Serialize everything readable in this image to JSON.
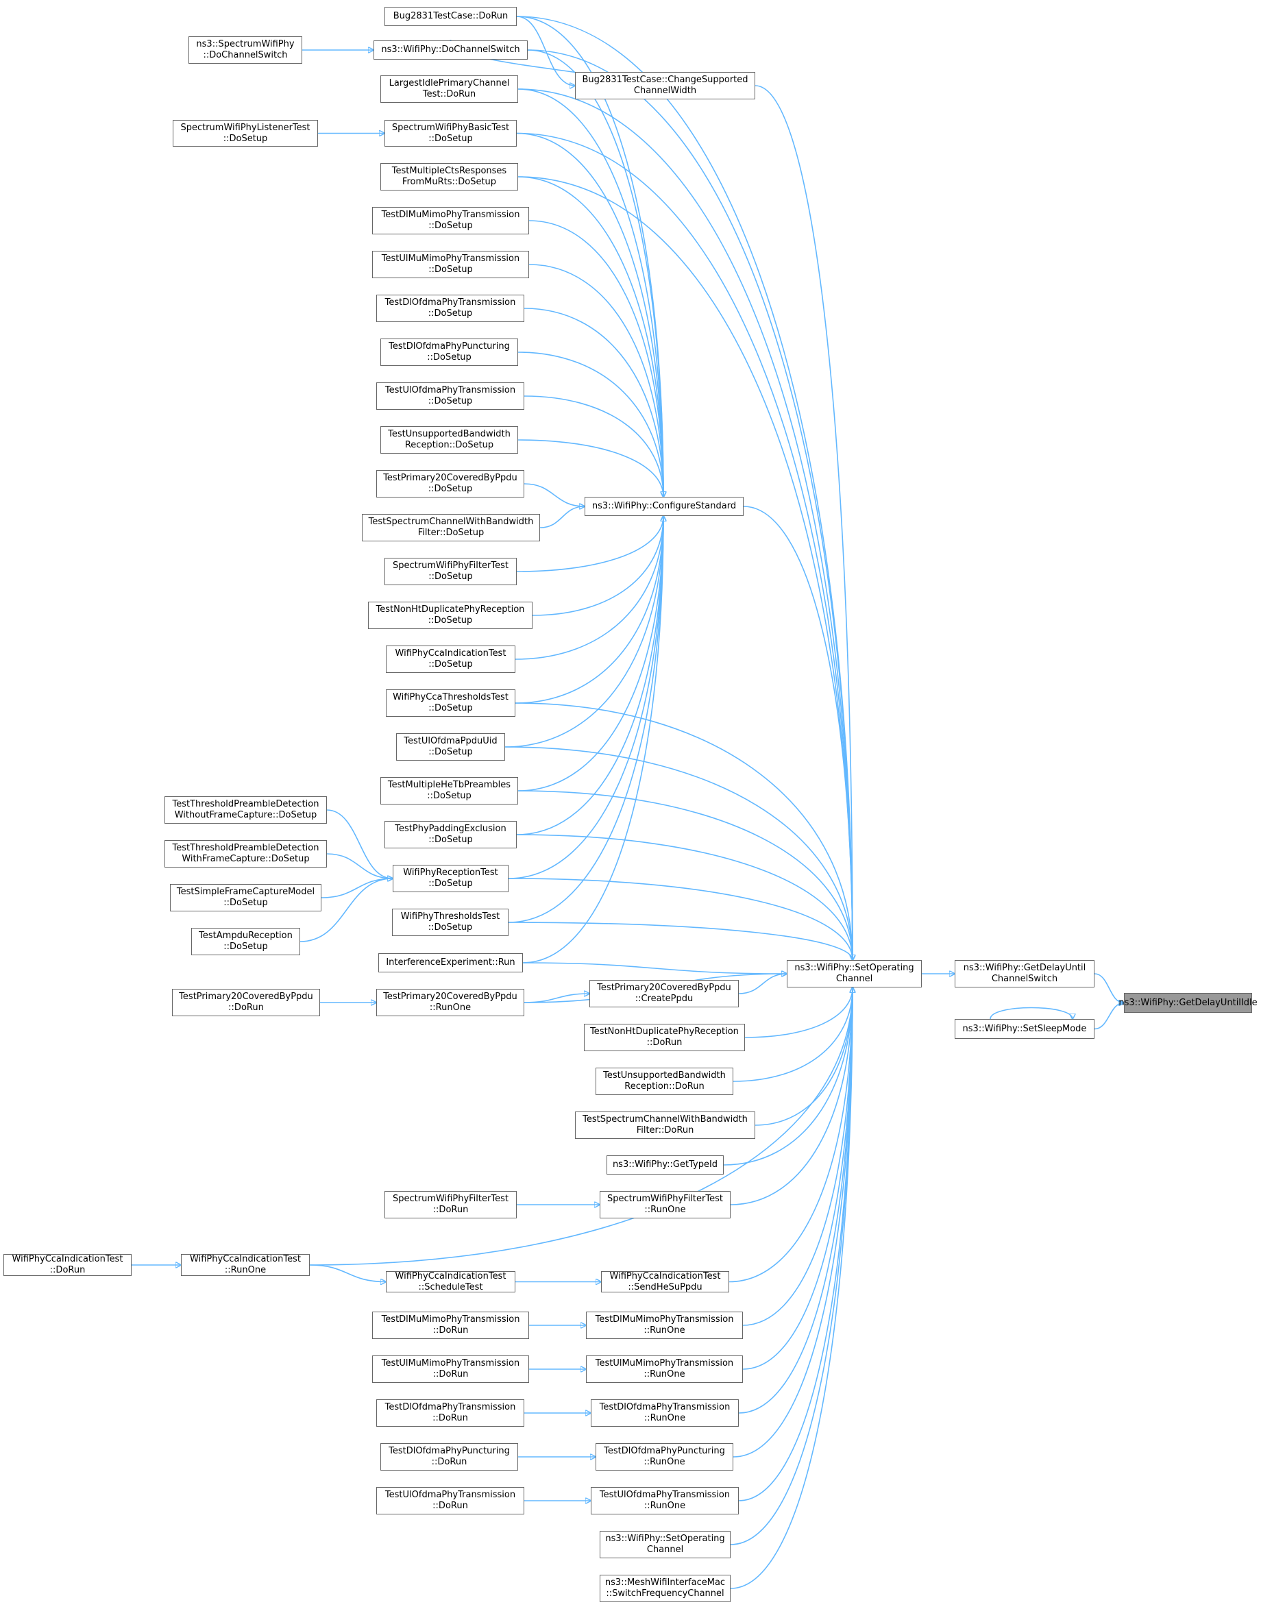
{
  "colors": {
    "edge": "#63b8ff",
    "border": "#666666",
    "node_fill": "#ffffff",
    "current_fill": "#999999",
    "text": "#000000"
  },
  "current": "getdelayuntilidle",
  "nodes": [
    {
      "id": "getdelayuntilidle",
      "lines": [
        "ns3::WifiPhy::GetDelayUntilIdle"
      ]
    },
    {
      "id": "getdelayuntilchannelswitch",
      "lines": [
        "ns3::WifiPhy::GetDelayUntil",
        "ChannelSwitch"
      ]
    },
    {
      "id": "setsleepmode",
      "lines": [
        "ns3::WifiPhy::SetSleepMode"
      ]
    },
    {
      "id": "setoperatingchannel",
      "lines": [
        "ns3::WifiPhy::SetOperating",
        "Channel"
      ]
    },
    {
      "id": "configurestandard",
      "lines": [
        "ns3::WifiPhy::ConfigureStandard"
      ]
    },
    {
      "id": "bug2831-changesupported",
      "lines": [
        "Bug2831TestCase::ChangeSupported",
        "ChannelWidth"
      ]
    },
    {
      "id": "bug2831-dorun",
      "lines": [
        "Bug2831TestCase::DoRun"
      ]
    },
    {
      "id": "wifiphy-dochannelswitch",
      "lines": [
        "ns3::WifiPhy::DoChannelSwitch"
      ]
    },
    {
      "id": "spectrumwifiphy-dochannelswitch",
      "lines": [
        "ns3::SpectrumWifiPhy",
        "::DoChannelSwitch"
      ]
    },
    {
      "id": "largestidle-dorun",
      "lines": [
        "LargestIdlePrimaryChannel",
        "Test::DoRun"
      ]
    },
    {
      "id": "spectrumbasic-dosetup",
      "lines": [
        "SpectrumWifiPhyBasicTest",
        "::DoSetup"
      ]
    },
    {
      "id": "spectrumlistener-dosetup",
      "lines": [
        "SpectrumWifiPhyListenerTest",
        "::DoSetup"
      ]
    },
    {
      "id": "multiplects-dosetup",
      "lines": [
        "TestMultipleCtsResponses",
        "FromMuRts::DoSetup"
      ]
    },
    {
      "id": "dlmumimo-dosetup",
      "lines": [
        "TestDlMuMimoPhyTransmission",
        "::DoSetup"
      ]
    },
    {
      "id": "ulmumimo-dosetup",
      "lines": [
        "TestUlMuMimoPhyTransmission",
        "::DoSetup"
      ]
    },
    {
      "id": "dlofdma-dosetup",
      "lines": [
        "TestDlOfdmaPhyTransmission",
        "::DoSetup"
      ]
    },
    {
      "id": "dlpuncturing-dosetup",
      "lines": [
        "TestDlOfdmaPhyPuncturing",
        "::DoSetup"
      ]
    },
    {
      "id": "ulofdma-dosetup",
      "lines": [
        "TestUlOfdmaPhyTransmission",
        "::DoSetup"
      ]
    },
    {
      "id": "unsupportedbw-dosetup",
      "lines": [
        "TestUnsupportedBandwidth",
        "Reception::DoSetup"
      ]
    },
    {
      "id": "primary20-dosetup",
      "lines": [
        "TestPrimary20CoveredByPpdu",
        "::DoSetup"
      ]
    },
    {
      "id": "spectrumchannelbw-dosetup",
      "lines": [
        "TestSpectrumChannelWithBandwidth",
        "Filter::DoSetup"
      ]
    },
    {
      "id": "filtertest-dosetup",
      "lines": [
        "SpectrumWifiPhyFilterTest",
        "::DoSetup"
      ]
    },
    {
      "id": "nonhtdup-dosetup",
      "lines": [
        "TestNonHtDuplicatePhyReception",
        "::DoSetup"
      ]
    },
    {
      "id": "ccaindication-dosetup",
      "lines": [
        "WifiPhyCcaIndicationTest",
        "::DoSetup"
      ]
    },
    {
      "id": "ccathresholds-dosetup",
      "lines": [
        "WifiPhyCcaThresholdsTest",
        "::DoSetup"
      ]
    },
    {
      "id": "ulofdmappduuid-dosetup",
      "lines": [
        "TestUlOfdmaPpduUid",
        "::DoSetup"
      ]
    },
    {
      "id": "multiplehetb-dosetup",
      "lines": [
        "TestMultipleHeTbPreambles",
        "::DoSetup"
      ]
    },
    {
      "id": "phypadding-dosetup",
      "lines": [
        "TestPhyPaddingExclusion",
        "::DoSetup"
      ]
    },
    {
      "id": "reception-dosetup",
      "lines": [
        "WifiPhyReceptionTest",
        "::DoSetup"
      ]
    },
    {
      "id": "thresholdwithout-dosetup",
      "lines": [
        "TestThresholdPreambleDetection",
        "WithoutFrameCapture::DoSetup"
      ]
    },
    {
      "id": "thresholdwith-dosetup",
      "lines": [
        "TestThresholdPreambleDetection",
        "WithFrameCapture::DoSetup"
      ]
    },
    {
      "id": "simpleframecapture-dosetup",
      "lines": [
        "TestSimpleFrameCaptureModel",
        "::DoSetup"
      ]
    },
    {
      "id": "ampdureception-dosetup",
      "lines": [
        "TestAmpduReception",
        "::DoSetup"
      ]
    },
    {
      "id": "phythresholds-dosetup",
      "lines": [
        "WifiPhyThresholdsTest",
        "::DoSetup"
      ]
    },
    {
      "id": "interference-run",
      "lines": [
        "InterferenceExperiment::Run"
      ]
    },
    {
      "id": "primary20-runone",
      "lines": [
        "TestPrimary20CoveredByPpdu",
        "::RunOne"
      ]
    },
    {
      "id": "primary20-dorun",
      "lines": [
        "TestPrimary20CoveredByPpdu",
        "::DoRun"
      ]
    },
    {
      "id": "primary20-createppdu",
      "lines": [
        "TestPrimary20CoveredByPpdu",
        "::CreatePpdu"
      ]
    },
    {
      "id": "nonhtdup-dorun",
      "lines": [
        "TestNonHtDuplicatePhyReception",
        "::DoRun"
      ]
    },
    {
      "id": "unsupportedbw-dorun",
      "lines": [
        "TestUnsupportedBandwidth",
        "Reception::DoRun"
      ]
    },
    {
      "id": "spectrumchannelbw-dorun",
      "lines": [
        "TestSpectrumChannelWithBandwidth",
        "Filter::DoRun"
      ]
    },
    {
      "id": "gettypeid",
      "lines": [
        "ns3::WifiPhy::GetTypeId"
      ]
    },
    {
      "id": "filtertest-runone",
      "lines": [
        "SpectrumWifiPhyFilterTest",
        "::RunOne"
      ]
    },
    {
      "id": "filtertest-dorun",
      "lines": [
        "SpectrumWifiPhyFilterTest",
        "::DoRun"
      ]
    },
    {
      "id": "ccaindication-runone",
      "lines": [
        "WifiPhyCcaIndicationTest",
        "::RunOne"
      ]
    },
    {
      "id": "ccaindication-dorun",
      "lines": [
        "WifiPhyCcaIndicationTest",
        "::DoRun"
      ]
    },
    {
      "id": "ccaindication-scheduletest",
      "lines": [
        "WifiPhyCcaIndicationTest",
        "::ScheduleTest"
      ]
    },
    {
      "id": "ccaindication-sendhesuppdu",
      "lines": [
        "WifiPhyCcaIndicationTest",
        "::SendHeSuPpdu"
      ]
    },
    {
      "id": "dlmumimo-runone",
      "lines": [
        "TestDlMuMimoPhyTransmission",
        "::RunOne"
      ]
    },
    {
      "id": "dlmumimo-dorun",
      "lines": [
        "TestDlMuMimoPhyTransmission",
        "::DoRun"
      ]
    },
    {
      "id": "ulmumimo-runone",
      "lines": [
        "TestUlMuMimoPhyTransmission",
        "::RunOne"
      ]
    },
    {
      "id": "ulmumimo-dorun",
      "lines": [
        "TestUlMuMimoPhyTransmission",
        "::DoRun"
      ]
    },
    {
      "id": "dlofdma-runone",
      "lines": [
        "TestDlOfdmaPhyTransmission",
        "::RunOne"
      ]
    },
    {
      "id": "dlofdma-dorun",
      "lines": [
        "TestDlOfdmaPhyTransmission",
        "::DoRun"
      ]
    },
    {
      "id": "dlpuncturing-runone",
      "lines": [
        "TestDlOfdmaPhyPuncturing",
        "::RunOne"
      ]
    },
    {
      "id": "dlpuncturing-dorun",
      "lines": [
        "TestDlOfdmaPhyPuncturing",
        "::DoRun"
      ]
    },
    {
      "id": "ulofdma-runone",
      "lines": [
        "TestUlOfdmaPhyTransmission",
        "::RunOne"
      ]
    },
    {
      "id": "ulofdma-dorun",
      "lines": [
        "TestUlOfdmaPhyTransmission",
        "::DoRun"
      ]
    },
    {
      "id": "setoperatingchannel-overload",
      "lines": [
        "ns3::WifiPhy::SetOperating",
        "Channel"
      ]
    },
    {
      "id": "meshwifi-switchfrequency",
      "lines": [
        "ns3::MeshWifiInterfaceMac",
        "::SwitchFrequencyChannel"
      ]
    }
  ],
  "edges": [
    [
      "getdelayuntilchannelswitch",
      "getdelayuntilidle"
    ],
    [
      "setsleepmode",
      "getdelayuntilidle"
    ],
    [
      "setsleepmode",
      "setsleepmode"
    ],
    [
      "setoperatingchannel",
      "getdelayuntilchannelswitch"
    ],
    [
      "configurestandard",
      "setoperatingchannel"
    ],
    [
      "bug2831-changesupported",
      "setoperatingchannel"
    ],
    [
      "bug2831-dorun",
      "bug2831-changesupported"
    ],
    [
      "bug2831-dorun",
      "configurestandard"
    ],
    [
      "bug2831-dorun",
      "setoperatingchannel"
    ],
    [
      "wifiphy-dochannelswitch",
      "configurestandard"
    ],
    [
      "wifiphy-dochannelswitch",
      "setoperatingchannel"
    ],
    [
      "spectrumwifiphy-dochannelswitch",
      "wifiphy-dochannelswitch"
    ],
    [
      "bug2831-changesupported",
      "wifiphy-dochannelswitch"
    ],
    [
      "largestidle-dorun",
      "configurestandard"
    ],
    [
      "largestidle-dorun",
      "setoperatingchannel"
    ],
    [
      "spectrumbasic-dosetup",
      "configurestandard"
    ],
    [
      "spectrumbasic-dosetup",
      "setoperatingchannel"
    ],
    [
      "spectrumlistener-dosetup",
      "spectrumbasic-dosetup"
    ],
    [
      "multiplects-dosetup",
      "configurestandard"
    ],
    [
      "multiplects-dosetup",
      "setoperatingchannel"
    ],
    [
      "dlmumimo-dosetup",
      "configurestandard"
    ],
    [
      "ulmumimo-dosetup",
      "configurestandard"
    ],
    [
      "dlofdma-dosetup",
      "configurestandard"
    ],
    [
      "dlpuncturing-dosetup",
      "configurestandard"
    ],
    [
      "ulofdma-dosetup",
      "configurestandard"
    ],
    [
      "unsupportedbw-dosetup",
      "configurestandard"
    ],
    [
      "primary20-dosetup",
      "configurestandard"
    ],
    [
      "spectrumchannelbw-dosetup",
      "configurestandard"
    ],
    [
      "filtertest-dosetup",
      "configurestandard"
    ],
    [
      "nonhtdup-dosetup",
      "configurestandard"
    ],
    [
      "ccaindication-dosetup",
      "configurestandard"
    ],
    [
      "ccathresholds-dosetup",
      "configurestandard"
    ],
    [
      "ccathresholds-dosetup",
      "setoperatingchannel"
    ],
    [
      "ulofdmappduuid-dosetup",
      "configurestandard"
    ],
    [
      "ulofdmappduuid-dosetup",
      "setoperatingchannel"
    ],
    [
      "multiplehetb-dosetup",
      "configurestandard"
    ],
    [
      "multiplehetb-dosetup",
      "setoperatingchannel"
    ],
    [
      "phypadding-dosetup",
      "configurestandard"
    ],
    [
      "phypadding-dosetup",
      "setoperatingchannel"
    ],
    [
      "reception-dosetup",
      "configurestandard"
    ],
    [
      "reception-dosetup",
      "setoperatingchannel"
    ],
    [
      "thresholdwithout-dosetup",
      "reception-dosetup"
    ],
    [
      "thresholdwith-dosetup",
      "reception-dosetup"
    ],
    [
      "simpleframecapture-dosetup",
      "reception-dosetup"
    ],
    [
      "ampdureception-dosetup",
      "reception-dosetup"
    ],
    [
      "phythresholds-dosetup",
      "configurestandard"
    ],
    [
      "phythresholds-dosetup",
      "setoperatingchannel"
    ],
    [
      "interference-run",
      "configurestandard"
    ],
    [
      "interference-run",
      "setoperatingchannel"
    ],
    [
      "primary20-runone",
      "setoperatingchannel"
    ],
    [
      "primary20-runone",
      "primary20-createppdu"
    ],
    [
      "primary20-dorun",
      "primary20-runone"
    ],
    [
      "primary20-createppdu",
      "setoperatingchannel"
    ],
    [
      "nonhtdup-dorun",
      "setoperatingchannel"
    ],
    [
      "unsupportedbw-dorun",
      "setoperatingchannel"
    ],
    [
      "spectrumchannelbw-dorun",
      "setoperatingchannel"
    ],
    [
      "gettypeid",
      "setoperatingchannel"
    ],
    [
      "filtertest-runone",
      "setoperatingchannel"
    ],
    [
      "filtertest-dorun",
      "filtertest-runone"
    ],
    [
      "ccaindication-runone",
      "setoperatingchannel"
    ],
    [
      "ccaindication-runone",
      "ccaindication-scheduletest"
    ],
    [
      "ccaindication-dorun",
      "ccaindication-runone"
    ],
    [
      "ccaindication-scheduletest",
      "ccaindication-sendhesuppdu"
    ],
    [
      "ccaindication-sendhesuppdu",
      "setoperatingchannel"
    ],
    [
      "dlmumimo-runone",
      "setoperatingchannel"
    ],
    [
      "dlmumimo-dorun",
      "dlmumimo-runone"
    ],
    [
      "ulmumimo-runone",
      "setoperatingchannel"
    ],
    [
      "ulmumimo-dorun",
      "ulmumimo-runone"
    ],
    [
      "dlofdma-runone",
      "setoperatingchannel"
    ],
    [
      "dlofdma-dorun",
      "dlofdma-runone"
    ],
    [
      "dlpuncturing-runone",
      "setoperatingchannel"
    ],
    [
      "dlpuncturing-dorun",
      "dlpuncturing-runone"
    ],
    [
      "ulofdma-runone",
      "setoperatingchannel"
    ],
    [
      "ulofdma-dorun",
      "ulofdma-runone"
    ],
    [
      "setoperatingchannel-overload",
      "setoperatingchannel"
    ],
    [
      "meshwifi-switchfrequency",
      "setoperatingchannel"
    ]
  ]
}
